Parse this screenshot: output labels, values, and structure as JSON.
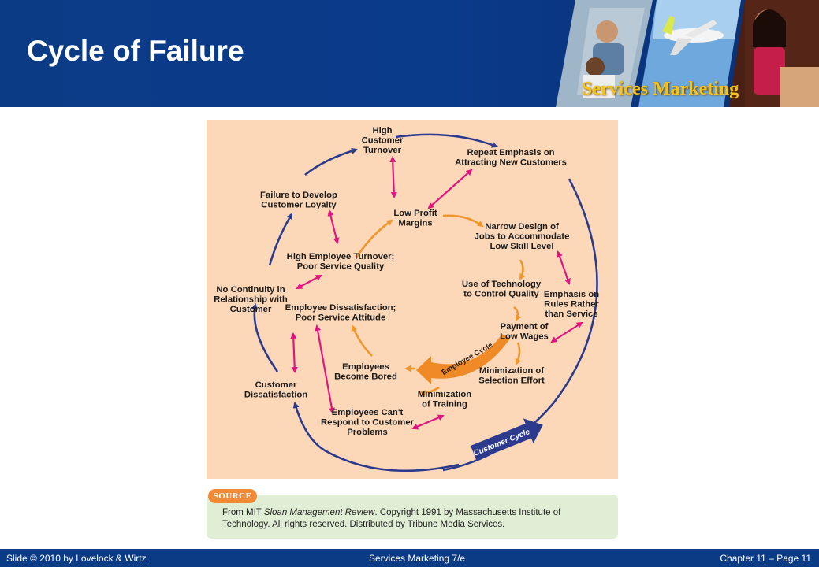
{
  "slide": {
    "title": "Cycle of Failure",
    "brand": "Services Marketing",
    "footer_left": "Slide © 2010 by Lovelock & Wirtz",
    "footer_center": "Services Marketing 7/e",
    "footer_right": "Chapter 11 – Page 11"
  },
  "diagram": {
    "nodes": {
      "high_turnover": [
        "High",
        "Customer",
        "Turnover"
      ],
      "repeat_emphasis": [
        "Repeat Emphasis on",
        "Attracting New Customers"
      ],
      "failure_loyalty": [
        "Failure to Develop",
        "Customer Loyalty"
      ],
      "low_profit": [
        "Low Profit",
        "Margins"
      ],
      "narrow_design": [
        "Narrow Design of",
        "Jobs to Accommodate",
        "Low Skill Level"
      ],
      "high_emp_turnover": [
        "High Employee Turnover;",
        "Poor Service Quality"
      ],
      "no_continuity": [
        "No Continuity in",
        "Relationship with",
        "Customer"
      ],
      "use_technology": [
        "Use of Technology",
        "to Control Quality"
      ],
      "emphasis_rules": [
        "Emphasis on",
        "Rules Rather",
        "than Service"
      ],
      "emp_dissatisfaction": [
        "Employee Dissatisfaction;",
        "Poor Service Attitude"
      ],
      "payment_wages": [
        "Payment of",
        "Low Wages"
      ],
      "employees_bored": [
        "Employees",
        "Become Bored"
      ],
      "min_selection": [
        "Minimization of",
        "Selection Effort"
      ],
      "cust_dissatisfaction": [
        "Customer",
        "Dissatisfaction"
      ],
      "min_training": [
        "Minimization",
        "of Training"
      ],
      "cant_respond": [
        "Employees Can't",
        "Respond to Customer",
        "Problems"
      ]
    },
    "employee_cycle_label": "Employee Cycle",
    "customer_cycle_label": "Customer Cycle",
    "colors": {
      "background": "#fcd8b8",
      "customer_arrow": "#2b3a8c",
      "employee_arrow": "#f0962e",
      "link_arrow": "#e0157f"
    }
  },
  "source": {
    "tag": "SOURCE",
    "prefix": "From MIT ",
    "journal": "Sloan Management Review",
    "rest": ". Copyright 1991 by Massachusetts Institute of Technology. All rights reserved. Distributed by Tribune Media Services."
  }
}
